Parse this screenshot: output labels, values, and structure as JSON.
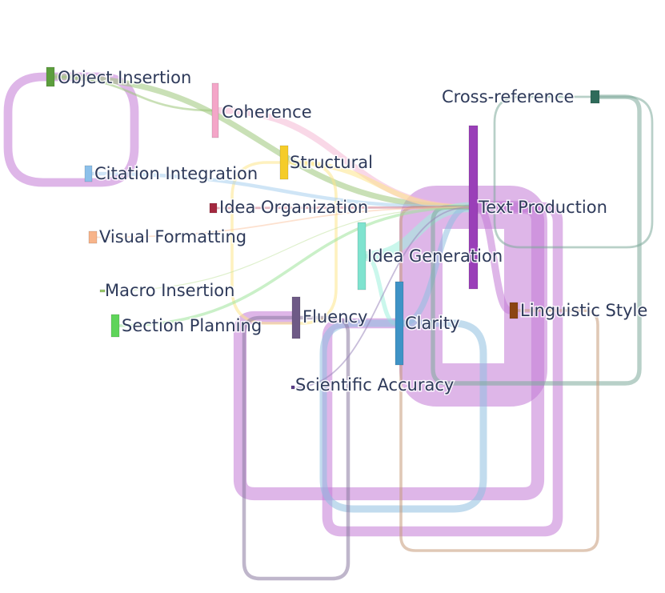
{
  "diagram": {
    "type": "sankey",
    "nodes": [
      {
        "id": "object_insertion",
        "label": "Object Insertion",
        "color": "#5c9e3d"
      },
      {
        "id": "coherence",
        "label": "Coherence",
        "color": "#f4a6c8"
      },
      {
        "id": "cross_reference",
        "label": "Cross-reference",
        "color": "#2f6b5a"
      },
      {
        "id": "structural",
        "label": "Structural",
        "color": "#f5cc28"
      },
      {
        "id": "citation_integration",
        "label": "Citation Integration",
        "color": "#8cc0ea"
      },
      {
        "id": "text_production",
        "label": "Text Production",
        "color": "#9a3fb8"
      },
      {
        "id": "idea_organization",
        "label": "Idea Organization",
        "color": "#a3283f"
      },
      {
        "id": "visual_formatting",
        "label": "Visual Formatting",
        "color": "#f7b48a"
      },
      {
        "id": "idea_generation",
        "label": "Idea Generation",
        "color": "#7fe3cf"
      },
      {
        "id": "macro_insertion",
        "label": "Macro Insertion",
        "color": "#9acb6a"
      },
      {
        "id": "section_planning",
        "label": "Section Planning",
        "color": "#5fd45a"
      },
      {
        "id": "fluency",
        "label": "Fluency",
        "color": "#6e5a86"
      },
      {
        "id": "clarity",
        "label": "Clarity",
        "color": "#3f93c6"
      },
      {
        "id": "linguistic_style",
        "label": "Linguistic Style",
        "color": "#8b4513"
      },
      {
        "id": "scientific_accuracy",
        "label": "Scientific Accuracy",
        "color": "#5b3e8a"
      }
    ],
    "links": [
      {
        "source": "text_production",
        "target": "text_production",
        "color": "#c27ad6",
        "weight": 60
      },
      {
        "source": "text_production",
        "target": "fluency",
        "color": "#c27ad6",
        "weight": 18
      },
      {
        "source": "text_production",
        "target": "clarity",
        "color": "#c27ad6",
        "weight": 14
      },
      {
        "source": "text_production",
        "target": "linguistic_style",
        "color": "#c27ad6",
        "weight": 10
      },
      {
        "source": "object_insertion",
        "target": "object_insertion",
        "color": "#c27ad6",
        "weight": 12
      },
      {
        "source": "object_insertion",
        "target": "text_production",
        "color": "#9dc77a",
        "weight": 8
      },
      {
        "source": "object_insertion",
        "target": "coherence",
        "color": "#9dc77a",
        "weight": 3
      },
      {
        "source": "coherence",
        "target": "text_production",
        "color": "#f4b8d4",
        "weight": 9
      },
      {
        "source": "structural",
        "target": "text_production",
        "color": "#fde58a",
        "weight": 7
      },
      {
        "source": "structural",
        "target": "structural",
        "color": "#fde58a",
        "weight": 4
      },
      {
        "source": "citation_integration",
        "target": "text_production",
        "color": "#a7d0ee",
        "weight": 5
      },
      {
        "source": "idea_generation",
        "target": "text_production",
        "color": "#9ff0dd",
        "weight": 14
      },
      {
        "source": "idea_generation",
        "target": "clarity",
        "color": "#9ff0dd",
        "weight": 6
      },
      {
        "source": "clarity",
        "target": "clarity",
        "color": "#8fbfe0",
        "weight": 10
      },
      {
        "source": "clarity",
        "target": "text_production",
        "color": "#8fbfe0",
        "weight": 8
      },
      {
        "source": "fluency",
        "target": "fluency",
        "color": "#8a7aa0",
        "weight": 5
      },
      {
        "source": "cross_reference",
        "target": "text_production",
        "color": "#7ea99a",
        "weight": 6
      },
      {
        "source": "cross_reference",
        "target": "cross_reference",
        "color": "#7ea99a",
        "weight": 3
      },
      {
        "source": "linguistic_style",
        "target": "text_production",
        "color": "#c79a7a",
        "weight": 4
      },
      {
        "source": "section_planning",
        "target": "text_production",
        "color": "#9fe39a",
        "weight": 4
      },
      {
        "source": "idea_organization",
        "target": "text_production",
        "color": "#d07a8a",
        "weight": 3
      },
      {
        "source": "visual_formatting",
        "target": "text_production",
        "color": "#fbc8a8",
        "weight": 2
      },
      {
        "source": "macro_insertion",
        "target": "text_production",
        "color": "#c3e3a3",
        "weight": 1
      },
      {
        "source": "scientific_accuracy",
        "target": "text_production",
        "color": "#9a86bb",
        "weight": 2
      }
    ]
  }
}
